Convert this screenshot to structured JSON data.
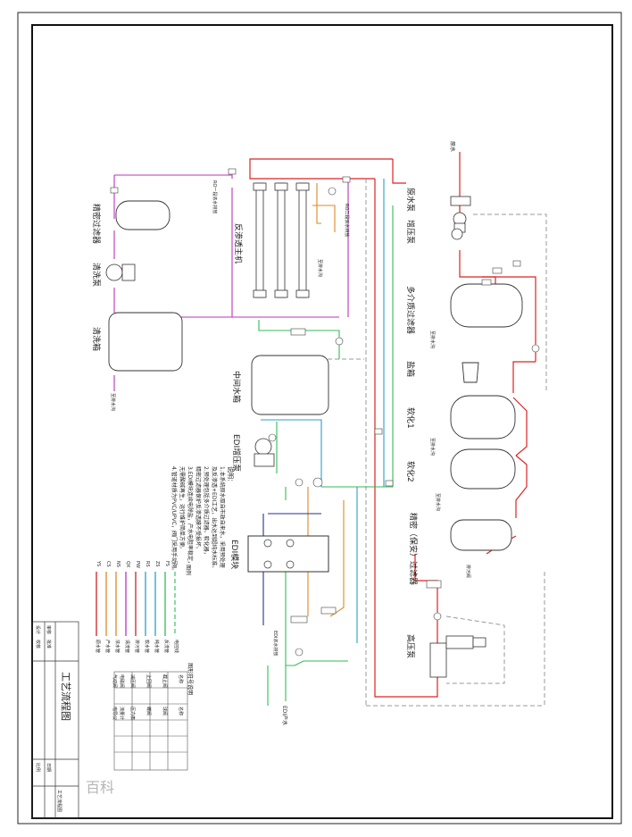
{
  "drawing": {
    "title": "工艺流程图",
    "border_color": "#111111"
  },
  "equipment": {
    "precision_filter_top": "精密过滤器",
    "wash_pump": "清洗泵",
    "wash_tank": "清洗箱",
    "ro_host": "反渗透主机",
    "middle_tank": "中间水箱",
    "edi_pump": "EDI增压泵",
    "edi_module": "EDI模块",
    "raw_pump": "原水泵",
    "booster_pump": "增压泵",
    "multi_filter": "多介质过滤器",
    "salt_tank": "盐箱",
    "softener1": "软化1",
    "softener2": "软化2",
    "precision_filter_safety": "精密（保安）过滤器",
    "high_pressure_pump": "高压泵",
    "raw_water_in": "原水",
    "edi_product_out": "EDI产水"
  },
  "annotations": {
    "ro_conc_top": "RO一段浓水排放",
    "ro_conc_mid": "RO二段浓水排放",
    "to_drain_1": "至排水沟",
    "to_drain_2": "至排水沟",
    "to_drain_3": "至排水沟",
    "to_drain_4": "至排水沟",
    "to_drain_5": "至排水沟",
    "edi_conc": "EDI浓水排放",
    "pollution_drain": "排污阀"
  },
  "notes": {
    "heading": "说明：",
    "lines": [
      "1.本系统原水取自市政自来水，采用预处理",
      "  及反渗透+EDI工艺，出水达到超纯水标准。",
      "2.预处理包括多介质过滤器、软化器，",
      "  精密过滤器保护反渗透膜不受损坏。",
      "3.EDI模块连续电除盐，产水电阻率稳定，",
      "  无需酸碱再生，运行维护简单方便。",
      "4.管道材质为PVC/UPVC，阀门采用手动阀。"
    ]
  },
  "legend": {
    "heading": "图例",
    "items": [
      {
        "code": "YS",
        "label": "原水管",
        "color": "#cc2222"
      },
      {
        "code": "CS",
        "label": "产水管",
        "color": "#dd8822"
      },
      {
        "code": "NS",
        "label": "浓水管",
        "color": "#dd8822"
      },
      {
        "code": "QX",
        "label": "清洗管",
        "color": "#bb33bb"
      },
      {
        "code": "PW",
        "label": "排污管",
        "color": "#cc2222"
      },
      {
        "code": "RS",
        "label": "软水管",
        "color": "#2aa0c8"
      },
      {
        "code": "ZS",
        "label": "纯水管",
        "color": "#2aa0c8"
      },
      {
        "code": "FS",
        "label": "反洗管",
        "color": "#33bb55"
      },
      {
        "code": "—",
        "label": "电控线",
        "color": "#44cc66"
      }
    ]
  },
  "symbol_table": {
    "heading": "图形符号说明",
    "rows": [
      [
        "名称",
        "符号",
        "名称",
        "符号"
      ],
      [
        "截止阀",
        "",
        "球阀",
        ""
      ],
      [
        "止回阀",
        "",
        "蝶阀",
        ""
      ],
      [
        "减压阀",
        "",
        "压力表",
        ""
      ],
      [
        "电磁阀",
        "",
        "流量计",
        ""
      ],
      [
        "气动阀",
        "",
        "电导仪",
        ""
      ]
    ]
  },
  "title_block": {
    "rows": [
      "设计",
      "校核",
      "审核",
      "批准",
      "比例",
      "日期"
    ],
    "project": "工艺流程图"
  },
  "watermark": {
    "text": "百科"
  }
}
